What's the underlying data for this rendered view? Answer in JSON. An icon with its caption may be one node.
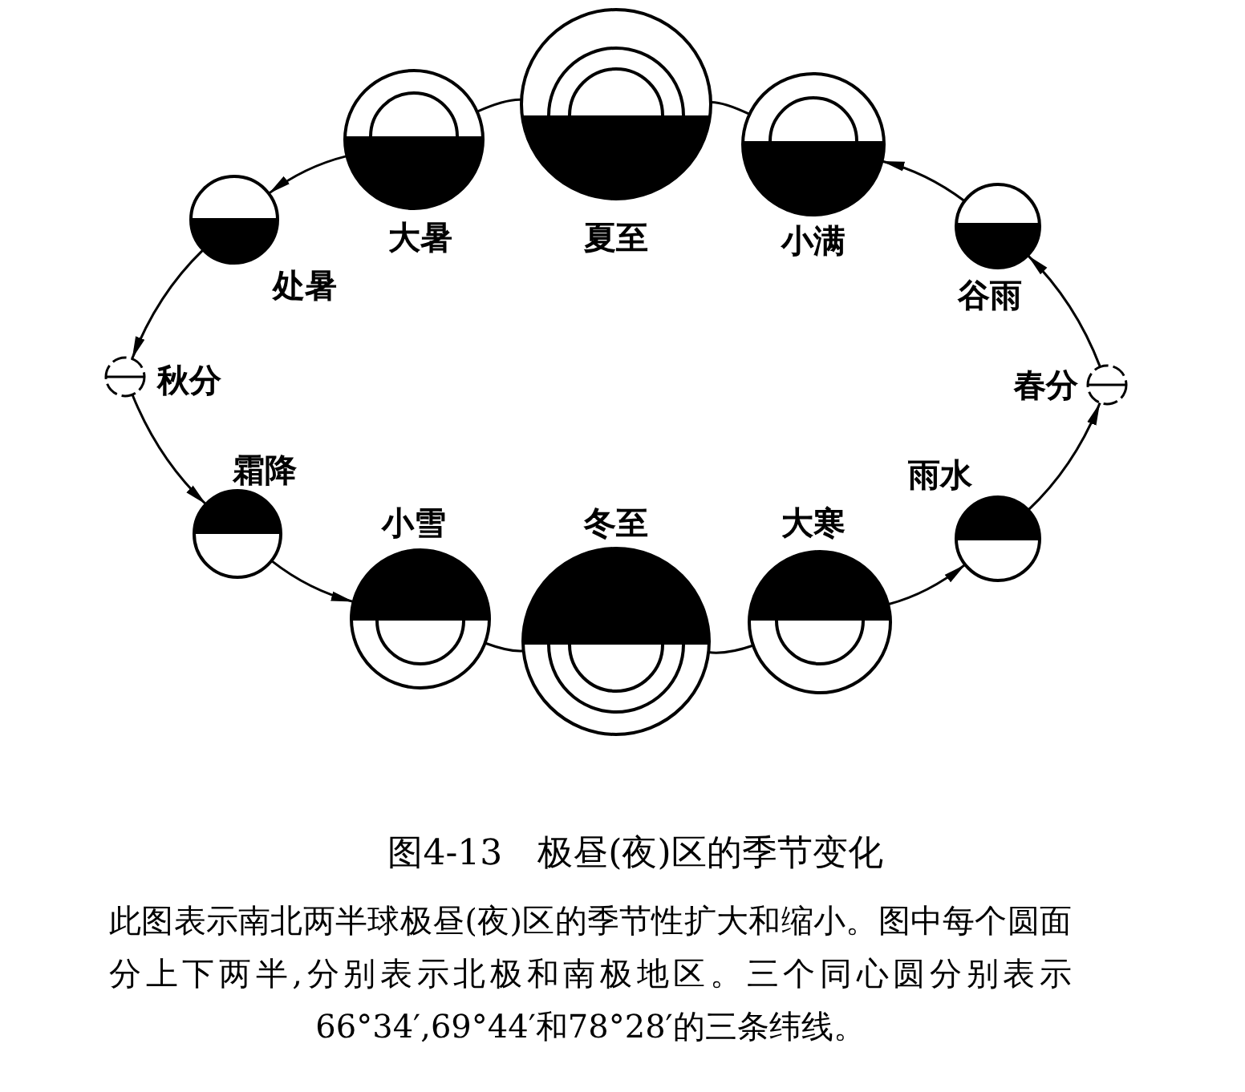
{
  "diagram": {
    "title": "图4-13　极昼(夜)区的季节变化",
    "caption": "此图表示南北两半球极昼(夜)区的季节性扩大和缩小。图中每个圆面分上下两半,分别表示北极和南极地区。三个同心圆分别表示66°34′,69°44′和78°28′的三条纬线。",
    "nodes": [
      {
        "text": [],
        "shape": "circle",
        "beside": [
          "大暑"
        ]
      },
      {
        "text": [],
        "shape": "circle",
        "beside": [
          "夏至"
        ]
      },
      {
        "text": [],
        "shape": "circle",
        "beside": [
          "小满"
        ]
      },
      {
        "text": [],
        "shape": "circle",
        "beside": [
          "处暑"
        ]
      },
      {
        "text": [],
        "shape": "circle",
        "beside": [
          "谷雨"
        ]
      },
      {
        "text": [],
        "shape": "circle",
        "beside": [
          "秋分"
        ]
      },
      {
        "text": [],
        "shape": "circle",
        "beside": [
          "春分"
        ]
      },
      {
        "text": [],
        "shape": "circle",
        "beside": [
          "霜降"
        ]
      },
      {
        "text": [],
        "shape": "circle",
        "beside": [
          "雨水"
        ]
      },
      {
        "text": [],
        "shape": "circle",
        "beside": [
          "小雪"
        ]
      },
      {
        "text": [],
        "shape": "circle",
        "beside": [
          "冬至"
        ]
      },
      {
        "text": [],
        "shape": "circle",
        "beside": [
          "大寒"
        ]
      }
    ],
    "edges": [
      {
        "from": 10,
        "to": 11,
        "arrow": "none"
      },
      {
        "from": 11,
        "to": 8,
        "arrow": "to"
      },
      {
        "from": 8,
        "to": 6,
        "arrow": "to"
      },
      {
        "from": 6,
        "to": 4,
        "arrow": "to"
      },
      {
        "from": 4,
        "to": 2,
        "arrow": "to"
      },
      {
        "from": 2,
        "to": 1,
        "arrow": "none"
      },
      {
        "from": 1,
        "to": 0,
        "arrow": "none"
      },
      {
        "from": 0,
        "to": 3,
        "arrow": "to"
      },
      {
        "from": 3,
        "to": 5,
        "arrow": "to"
      },
      {
        "from": 5,
        "to": 7,
        "arrow": "to"
      },
      {
        "from": 7,
        "to": 9,
        "arrow": "to"
      },
      {
        "from": 9,
        "to": 10,
        "arrow": "none"
      }
    ]
  }
}
